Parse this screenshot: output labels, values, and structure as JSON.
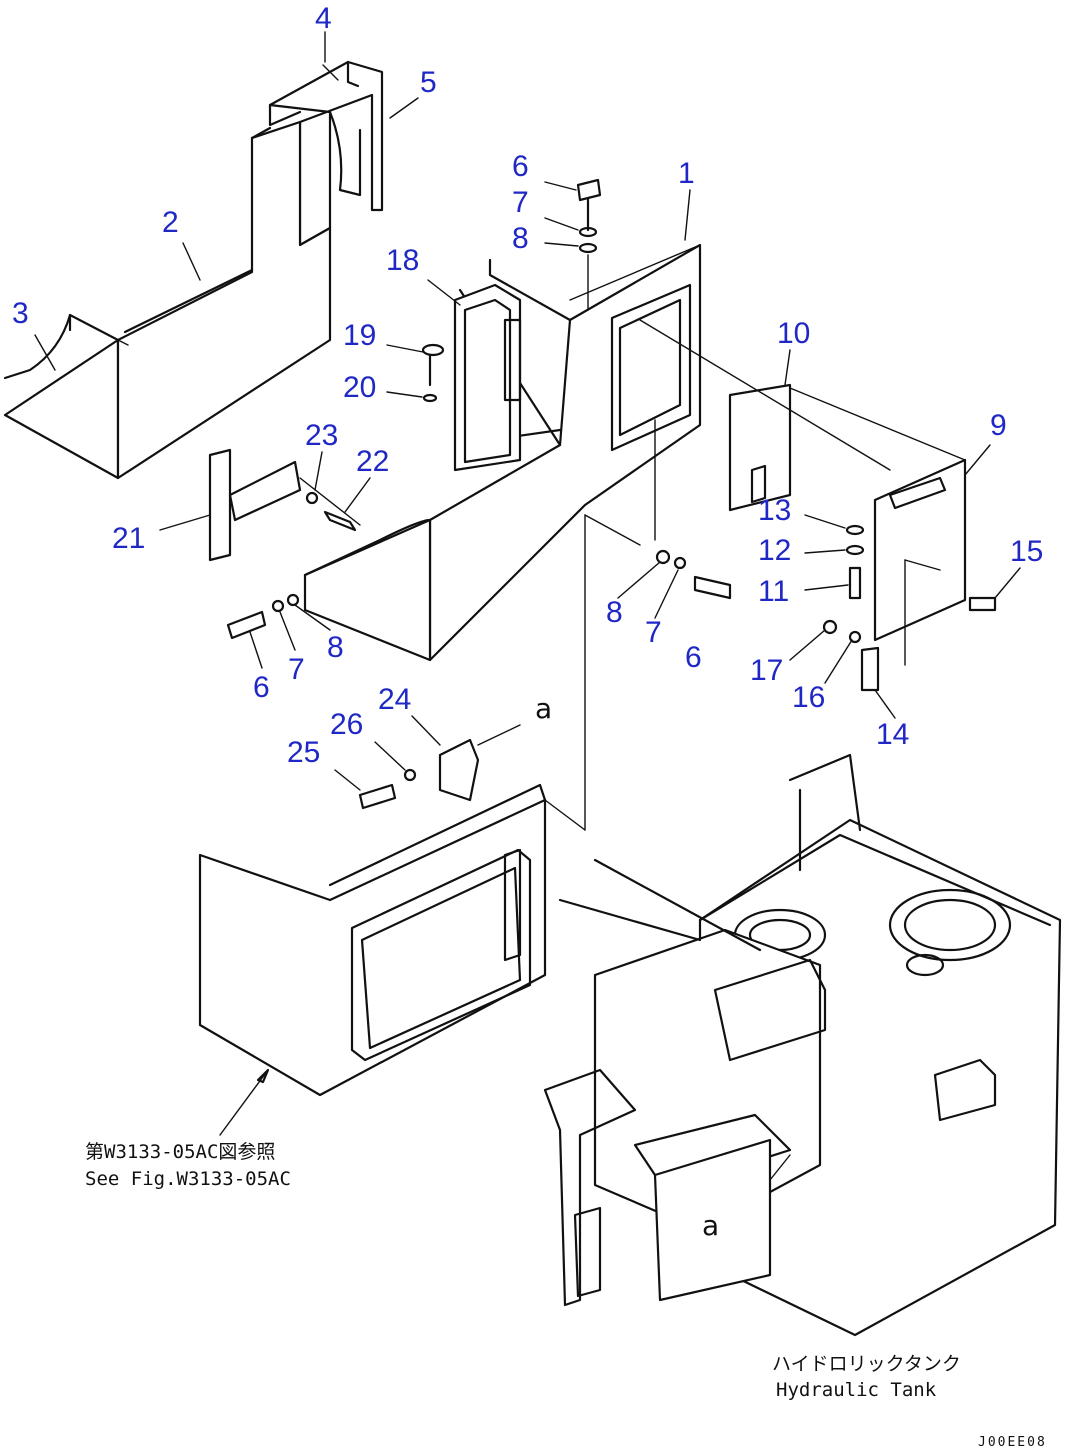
{
  "callouts": [
    {
      "id": "c4",
      "text": "4"
    },
    {
      "id": "c5",
      "text": "5"
    },
    {
      "id": "c2",
      "text": "2"
    },
    {
      "id": "c3",
      "text": "3"
    },
    {
      "id": "c6a",
      "text": "6"
    },
    {
      "id": "c7a",
      "text": "7"
    },
    {
      "id": "c8a",
      "text": "8"
    },
    {
      "id": "c1",
      "text": "1"
    },
    {
      "id": "c18",
      "text": "18"
    },
    {
      "id": "c19",
      "text": "19"
    },
    {
      "id": "c20",
      "text": "20"
    },
    {
      "id": "c10",
      "text": "10"
    },
    {
      "id": "c9",
      "text": "9"
    },
    {
      "id": "c23",
      "text": "23"
    },
    {
      "id": "c22",
      "text": "22"
    },
    {
      "id": "c21",
      "text": "21"
    },
    {
      "id": "c13",
      "text": "13"
    },
    {
      "id": "c12",
      "text": "12"
    },
    {
      "id": "c11",
      "text": "11"
    },
    {
      "id": "c15",
      "text": "15"
    },
    {
      "id": "c8b",
      "text": "8"
    },
    {
      "id": "c7b",
      "text": "7"
    },
    {
      "id": "c6b",
      "text": "6"
    },
    {
      "id": "c6c",
      "text": "6"
    },
    {
      "id": "c7c",
      "text": "7"
    },
    {
      "id": "c8c",
      "text": "8"
    },
    {
      "id": "c17",
      "text": "17"
    },
    {
      "id": "c16",
      "text": "16"
    },
    {
      "id": "c14",
      "text": "14"
    },
    {
      "id": "c24",
      "text": "24"
    },
    {
      "id": "c26",
      "text": "26"
    },
    {
      "id": "c25",
      "text": "25"
    }
  ],
  "notes": {
    "ref_jp": "第W3133-05AC図参照",
    "ref_en": "See Fig.W3133-05AC",
    "tank_jp": "ハイドロリックタンク",
    "tank_en": "Hydraulic Tank",
    "marker_a": "a",
    "drawing_code": "J00EE08"
  },
  "colors": {
    "callout": "#1f27c4",
    "line": "#111111"
  }
}
